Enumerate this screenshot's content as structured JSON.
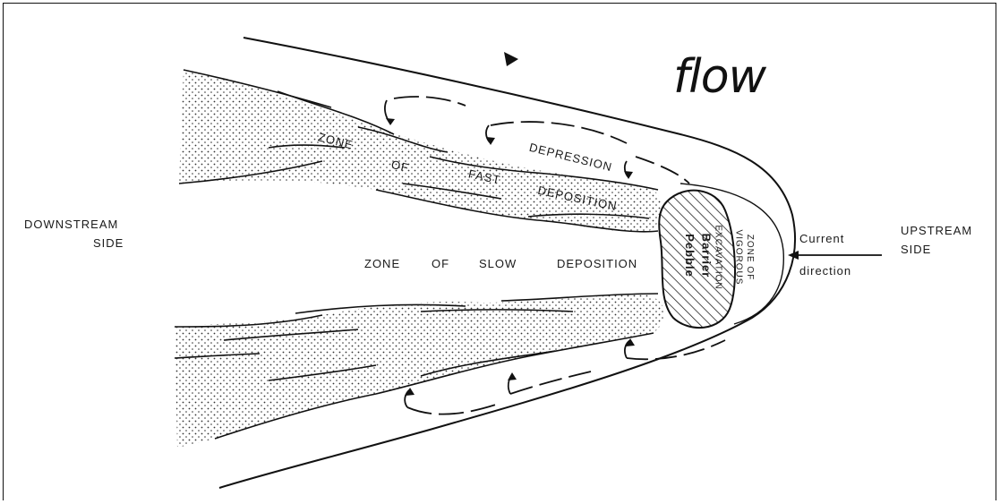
{
  "title": "flow",
  "labels": {
    "downstream": "DOWNSTREAM",
    "downstream_side": "SIDE",
    "upstream": "UPSTREAM",
    "upstream_side": "SIDE",
    "current": "Current",
    "direction": "direction",
    "zone": "ZONE",
    "of": "OF",
    "fast": "FAST",
    "deposition": "DEPOSITION",
    "depression": "DEPRESSION",
    "slow_zone": "ZONE",
    "slow_of": "OF",
    "slow": "SLOW",
    "slow_deposition": "DEPOSITION",
    "barrier": "Barrier",
    "pebble": "Pebble",
    "vigorous_1": "ZONE OF",
    "vigorous_2": "VIGOROUS",
    "vigorous_3": "EXCAVATION"
  },
  "colors": {
    "ink": "#111111",
    "background": "#ffffff",
    "stipple": "#333333"
  }
}
